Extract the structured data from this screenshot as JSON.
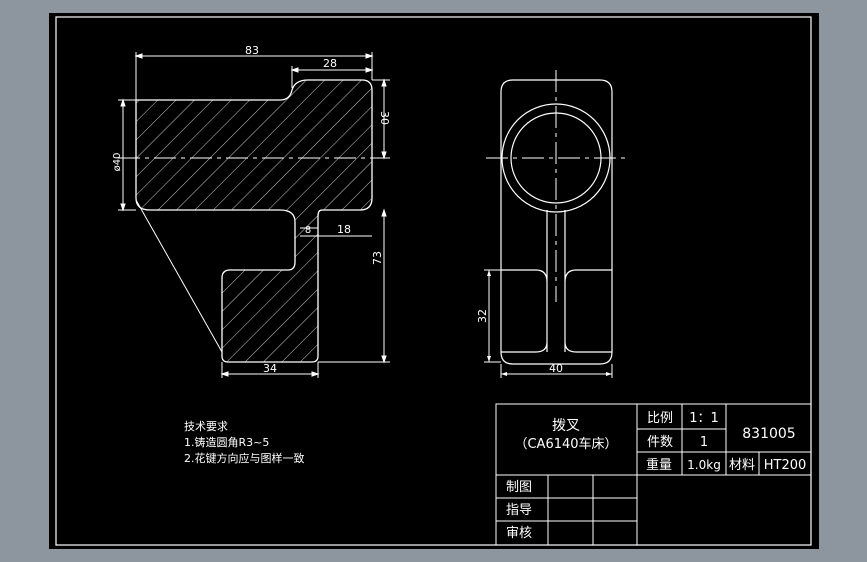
{
  "drawing": {
    "dimensions": {
      "overall_width": "83",
      "head_width": "28",
      "head_height": "30",
      "bore_diameter": "ø40",
      "slot_small": "8",
      "slot_width": "18",
      "total_height": "73",
      "foot_width": "34",
      "side_height": "32",
      "side_width": "40"
    },
    "notes": {
      "heading": "技术要求",
      "line1": "1.铸造圆角R3~5",
      "line2": "2.花键方向应与图样一致"
    }
  },
  "title_block": {
    "part_name": "拨叉",
    "machine": "（CA6140车床）",
    "scale_label": "比例",
    "scale_value": "1：1",
    "quantity_label": "件数",
    "quantity_value": "1",
    "weight_label": "重量",
    "weight_value": "1.0kg",
    "material_label": "材料",
    "material_value": "HT200",
    "drawing_number": "831005",
    "drawn_by_label": "制图",
    "supervisor_label": "指导",
    "reviewer_label": "审核"
  },
  "colors": {
    "frame_background": "#8d959e",
    "sheet_background": "#000000",
    "line": "#ffffff"
  }
}
